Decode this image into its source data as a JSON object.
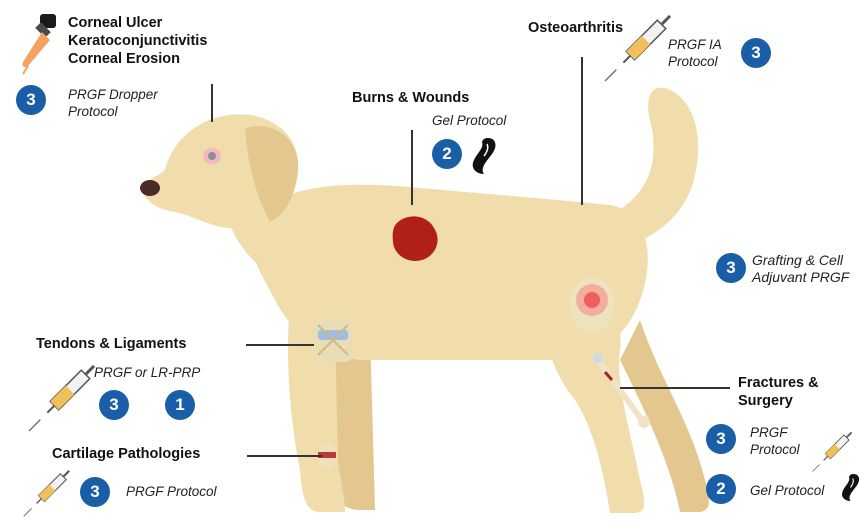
{
  "colors": {
    "badge": "#1a5ea8",
    "dog": "#f1dcab",
    "dog_shade": "#e4c78e",
    "wound": "#b0201b"
  },
  "labels": {
    "corneal": [
      "Corneal Ulcer",
      "Keratoconjunctivitis",
      "Corneal Erosion"
    ],
    "corneal_protocol": [
      "PRGF Dropper",
      "Protocol"
    ],
    "corneal_badge": "3",
    "burns": "Burns & Wounds",
    "burns_protocol": "Gel Protocol",
    "burns_badge": "2",
    "osteo": "Osteoarthritis",
    "osteo_protocol": [
      "PRGF IA",
      "Protocol"
    ],
    "osteo_badge": "3",
    "grafting_protocol": [
      "Grafting & Cell",
      "Adjuvant PRGF"
    ],
    "grafting_badge": "3",
    "tendons": "Tendons & Ligaments",
    "tendons_protocol": "PRGF or LR-PRP",
    "tendons_badge_a": "3",
    "tendons_badge_b": "1",
    "cartilage": "Cartilage Pathologies",
    "cartilage_protocol": "PRGF Protocol",
    "cartilage_badge": "3",
    "fractures": [
      "Fractures &",
      "Surgery"
    ],
    "fractures_protocol_a": [
      "PRGF",
      "Protocol"
    ],
    "fractures_badge_a": "3",
    "fractures_protocol_b": "Gel Protocol",
    "fractures_badge_b": "2"
  },
  "icons": [
    "dropper-icon",
    "syringe-icon",
    "gel-drop-icon"
  ]
}
